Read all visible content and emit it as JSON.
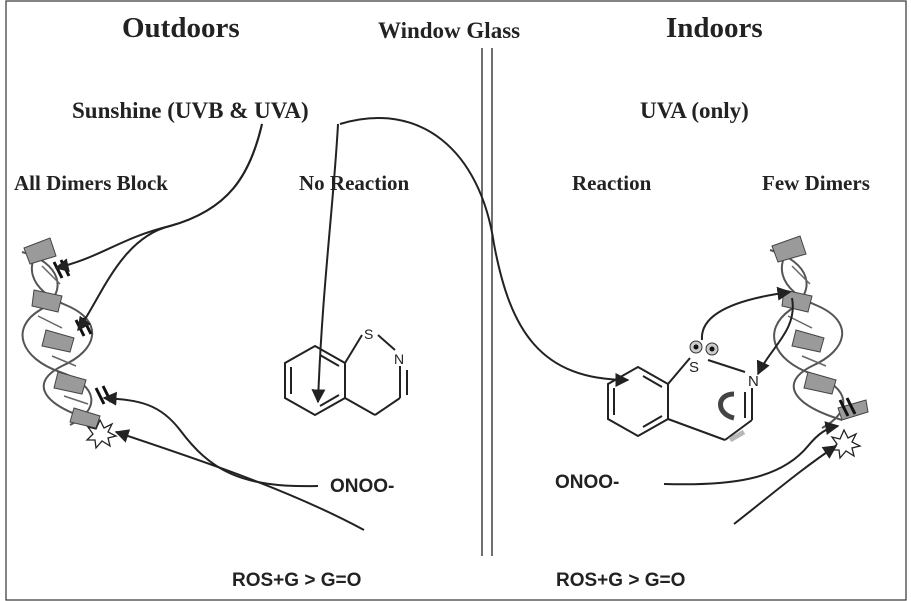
{
  "headings": {
    "outdoors": "Outdoors",
    "window_glass": "Window Glass",
    "indoors": "Indoors"
  },
  "outdoor": {
    "light_source": "Sunshine (UVB & UVA)",
    "dna_label": "All Dimers Block",
    "drug_label": "No Reaction",
    "peroxynitrite": "ONOO-",
    "ros": "ROS+G > G=O"
  },
  "indoor": {
    "light_source": "UVA (only)",
    "drug_label": "Reaction",
    "dna_label": "Few Dimers",
    "peroxynitrite": "ONOO-",
    "ros": "ROS+G > G=O"
  },
  "molecule_atoms": {
    "sulfur": "S",
    "nitrogen": "N"
  },
  "colors": {
    "ink": "#222222",
    "helix_fill": "#9a9a9a",
    "highlight": "#b8b8b8"
  }
}
